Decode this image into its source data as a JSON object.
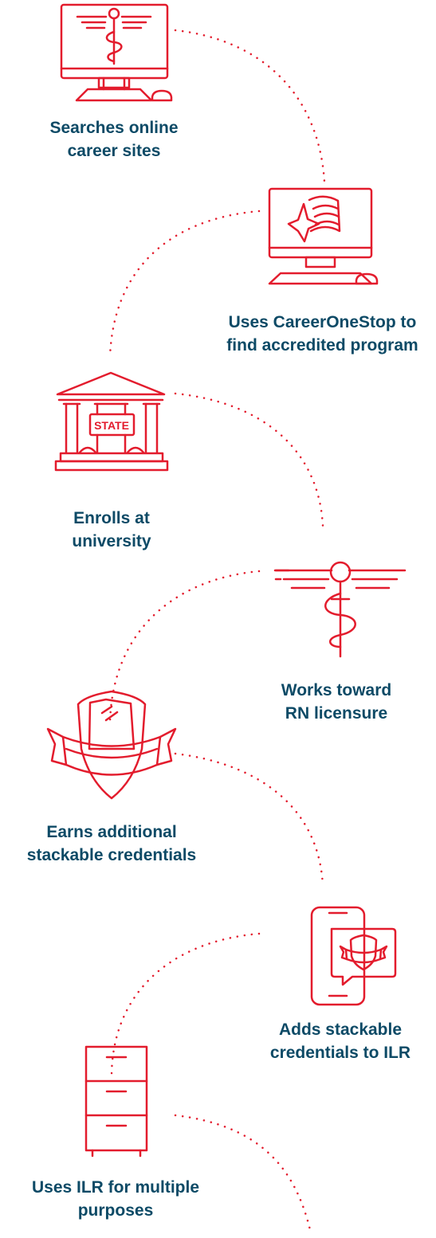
{
  "colors": {
    "icon": "#e31c2d",
    "label": "#0d4a66",
    "background": "#ffffff"
  },
  "steps": [
    {
      "icon": "computer-caduceus-icon",
      "line1": "Searches online",
      "line2": "career sites"
    },
    {
      "icon": "computer-flag-star-icon",
      "line1": "Uses CareerOneStop to",
      "line2": "find accredited program"
    },
    {
      "icon": "university-building-icon",
      "line1": "Enrolls at",
      "line2": "university",
      "badge": "STATE"
    },
    {
      "icon": "caduceus-icon",
      "line1": "Works toward",
      "line2": "RN licensure"
    },
    {
      "icon": "credential-badge-icon",
      "line1": "Earns additional",
      "line2": "stackable credentials"
    },
    {
      "icon": "phone-credential-icon",
      "line1": "Adds stackable",
      "line2": "credentials to ILR"
    },
    {
      "icon": "file-cabinet-icon",
      "line1": "Uses ILR for multiple",
      "line2": "purposes"
    }
  ]
}
